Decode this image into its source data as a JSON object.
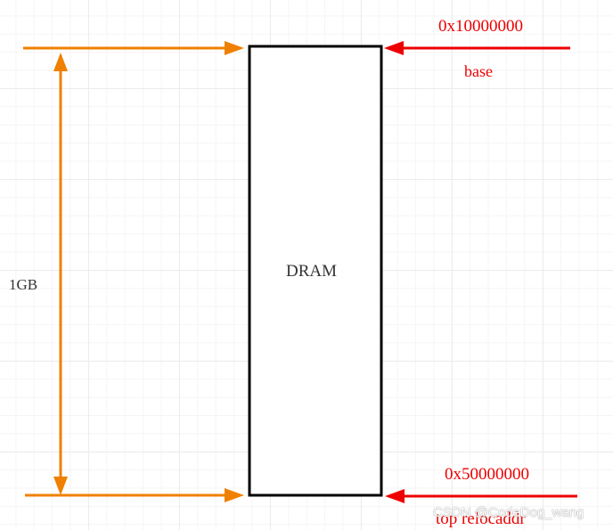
{
  "labels": {
    "top_address": "0x10000000",
    "base": "base",
    "dram": "DRAM",
    "size": "1GB",
    "bottom_address": "0x50000000",
    "bottom_note": "top relocaddr"
  },
  "watermark": "CSDN @CodeDog_wang",
  "colors": {
    "orange_arrow": "#f08000",
    "red_arrow": "#ee0000",
    "box_stroke": "#000000",
    "text_dark": "#333333",
    "text_red": "#ee0000"
  }
}
